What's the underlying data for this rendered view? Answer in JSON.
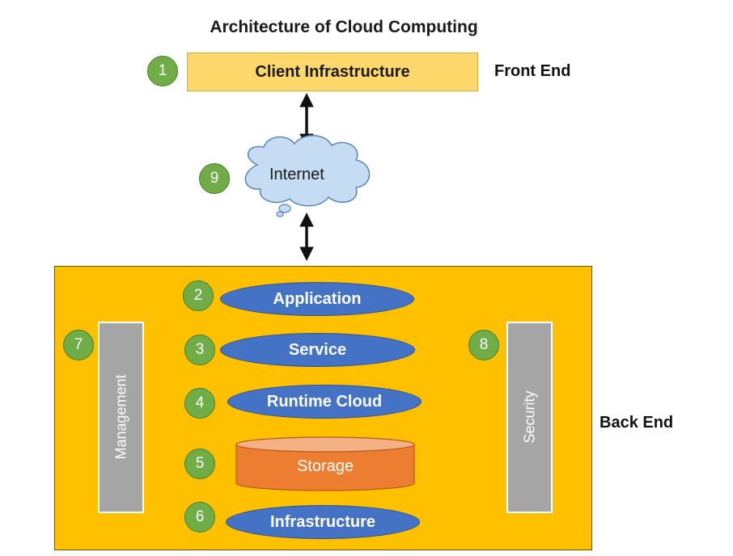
{
  "title": "Architecture of Cloud Computing",
  "front_end": {
    "label": "Front End",
    "client": "Client Infrastructure"
  },
  "internet": "Internet",
  "back_end": {
    "label": "Back End",
    "layers": [
      "Application",
      "Service",
      "Runtime Cloud",
      "Storage",
      "Infrastructure"
    ],
    "management": "Management",
    "security": "Security"
  },
  "badges": [
    "1",
    "2",
    "3",
    "4",
    "5",
    "6",
    "7",
    "8",
    "9"
  ],
  "colors": {
    "client": "#fed86a",
    "backend": "#ffc000",
    "layer": "#4472c4",
    "storage": "#ed7d31",
    "badge": "#70ad47",
    "bar": "#a5a5a5",
    "cloud": "#c5dcf3"
  },
  "icons": {
    "arrows": "double-headed-arrow"
  }
}
